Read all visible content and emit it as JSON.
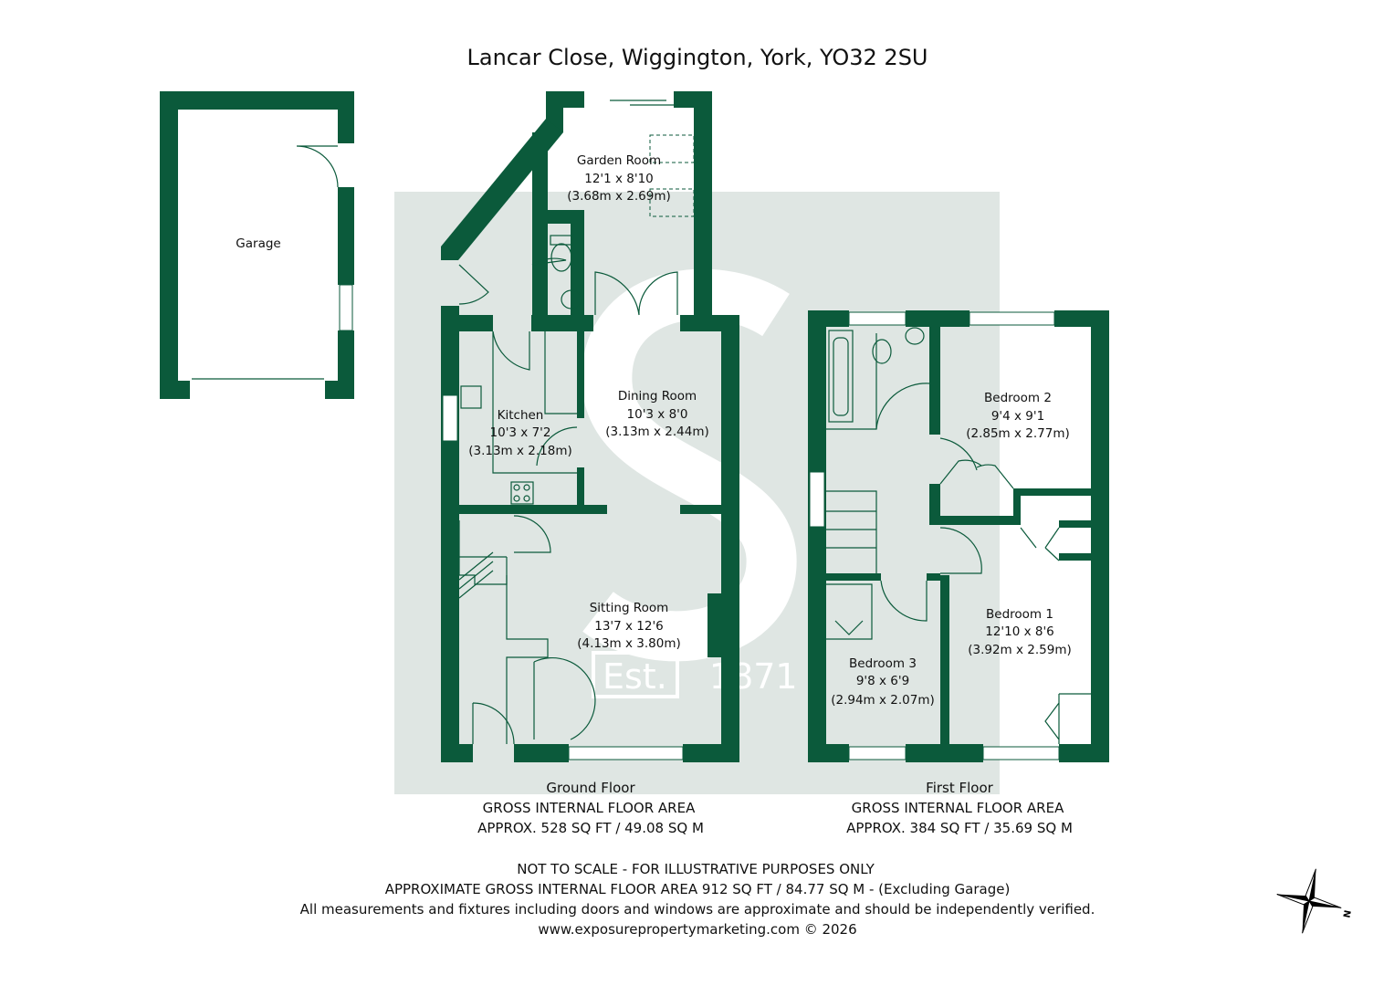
{
  "title": "Lancar Close, Wiggington, York, YO32 2SU",
  "colors": {
    "walls": "#0b5a3b",
    "watermark_bg": "#dfe6e3"
  },
  "watermark": {
    "text": "Est. 1871"
  },
  "garage": {
    "name": "Garage"
  },
  "ground_floor": {
    "rooms": [
      {
        "name": "Garden Room",
        "imperial": "12'1 x 8'10",
        "metric": "(3.68m x 2.69m)"
      },
      {
        "name": "Dining Room",
        "imperial": "10'3 x 8'0",
        "metric": "(3.13m x 2.44m)"
      },
      {
        "name": "Kitchen",
        "imperial": "10'3 x 7'2",
        "metric": "(3.13m x 2.18m)"
      },
      {
        "name": "Sitting Room",
        "imperial": "13'7 x 12'6",
        "metric": "(4.13m x 3.80m)"
      }
    ],
    "label": "Ground Floor",
    "area_label": "GROSS INTERNAL FLOOR AREA",
    "area": "APPROX. 528 SQ FT / 49.08 SQ M"
  },
  "first_floor": {
    "rooms": [
      {
        "name": "Bedroom 2",
        "imperial": "9'4 x 9'1",
        "metric": "(2.85m x 2.77m)"
      },
      {
        "name": "Bedroom 1",
        "imperial": "12'10 x 8'6",
        "metric": "(3.92m x 2.59m)"
      },
      {
        "name": "Bedroom 3",
        "imperial": "9'8 x 6'9",
        "metric": "(2.94m x 2.07m)"
      }
    ],
    "label": "First Floor",
    "area_label": "GROSS INTERNAL FLOOR AREA",
    "area": "APPROX. 384 SQ FT / 35.69 SQ M"
  },
  "footer": {
    "line1": "NOT TO SCALE - FOR ILLUSTRATIVE PURPOSES ONLY",
    "line2": "APPROXIMATE GROSS INTERNAL FLOOR AREA 912 SQ FT / 84.77 SQ M - (Excluding Garage)",
    "line3": "All measurements and fixtures including doors and windows are approximate and should be independently verified.",
    "line4": "www.exposurepropertymarketing.com © 2026"
  },
  "compass": {
    "icon": "compass-rose-icon",
    "label": "N"
  }
}
